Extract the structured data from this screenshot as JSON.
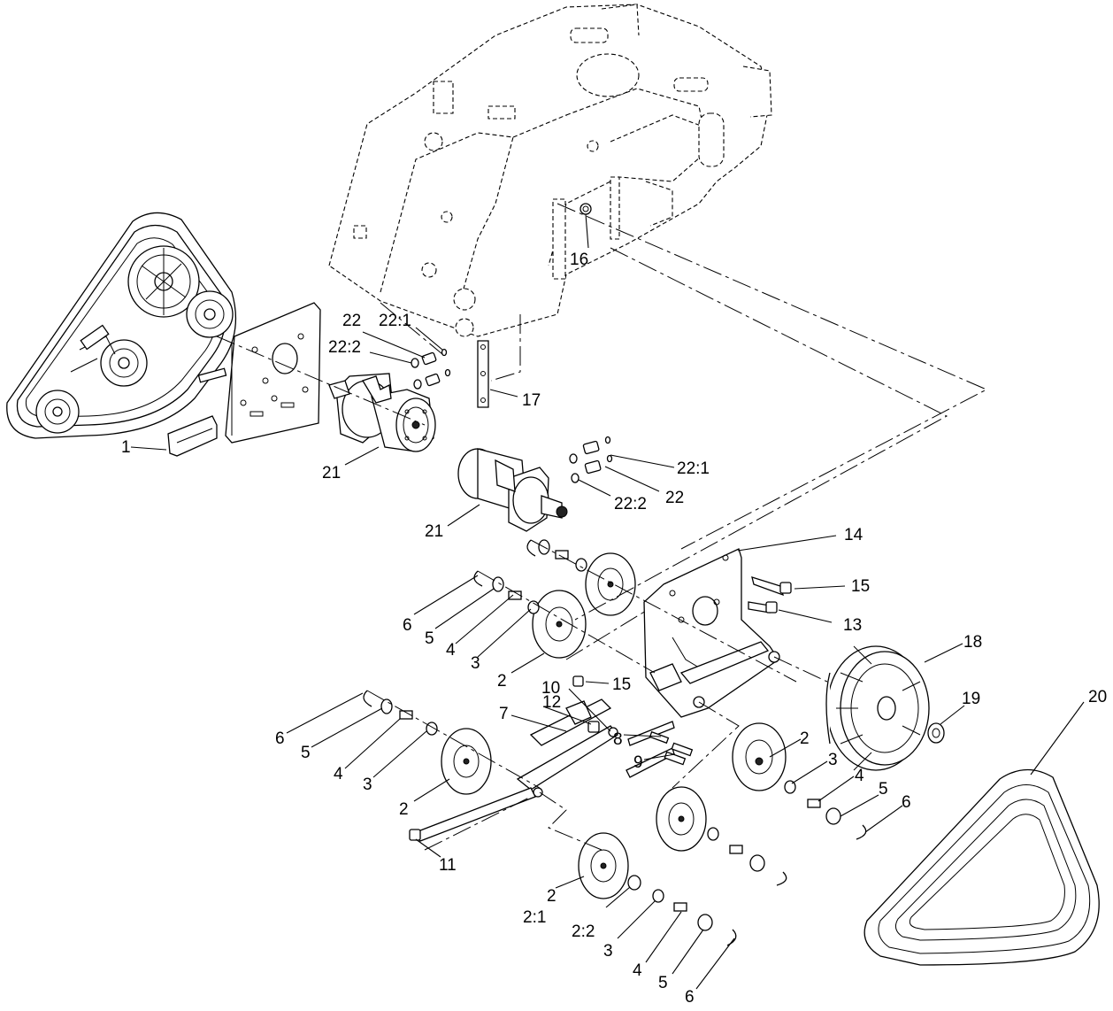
{
  "callouts": [
    {
      "id": "c1",
      "text": "1"
    },
    {
      "id": "c2a",
      "text": "2"
    },
    {
      "id": "c2b",
      "text": "2"
    },
    {
      "id": "c2c",
      "text": "2"
    },
    {
      "id": "c2d",
      "text": "2"
    },
    {
      "id": "c21s",
      "text": "2:1"
    },
    {
      "id": "c22s",
      "text": "2:2"
    },
    {
      "id": "c3a",
      "text": "3"
    },
    {
      "id": "c3b",
      "text": "3"
    },
    {
      "id": "c3c",
      "text": "3"
    },
    {
      "id": "c3d",
      "text": "3"
    },
    {
      "id": "c4a",
      "text": "4"
    },
    {
      "id": "c4b",
      "text": "4"
    },
    {
      "id": "c4c",
      "text": "4"
    },
    {
      "id": "c4d",
      "text": "4"
    },
    {
      "id": "c5a",
      "text": "5"
    },
    {
      "id": "c5b",
      "text": "5"
    },
    {
      "id": "c5c",
      "text": "5"
    },
    {
      "id": "c5d",
      "text": "5"
    },
    {
      "id": "c6a",
      "text": "6"
    },
    {
      "id": "c6b",
      "text": "6"
    },
    {
      "id": "c6c",
      "text": "6"
    },
    {
      "id": "c6d",
      "text": "6"
    },
    {
      "id": "c7",
      "text": "7"
    },
    {
      "id": "c8",
      "text": "8"
    },
    {
      "id": "c9",
      "text": "9"
    },
    {
      "id": "c10",
      "text": "10"
    },
    {
      "id": "c11",
      "text": "11"
    },
    {
      "id": "c12",
      "text": "12"
    },
    {
      "id": "c13",
      "text": "13"
    },
    {
      "id": "c14",
      "text": "14"
    },
    {
      "id": "c15a",
      "text": "15"
    },
    {
      "id": "c15b",
      "text": "15"
    },
    {
      "id": "c16",
      "text": "16"
    },
    {
      "id": "c17",
      "text": "17"
    },
    {
      "id": "c18",
      "text": "18"
    },
    {
      "id": "c19",
      "text": "19"
    },
    {
      "id": "c20",
      "text": "20"
    },
    {
      "id": "c21a",
      "text": "21"
    },
    {
      "id": "c21b",
      "text": "21"
    },
    {
      "id": "c22a",
      "text": "22"
    },
    {
      "id": "c22b",
      "text": "22"
    },
    {
      "id": "c221a",
      "text": "22:1"
    },
    {
      "id": "c221b",
      "text": "22:1"
    },
    {
      "id": "c222a",
      "text": "22:2"
    },
    {
      "id": "c222b",
      "text": "22:2"
    }
  ]
}
